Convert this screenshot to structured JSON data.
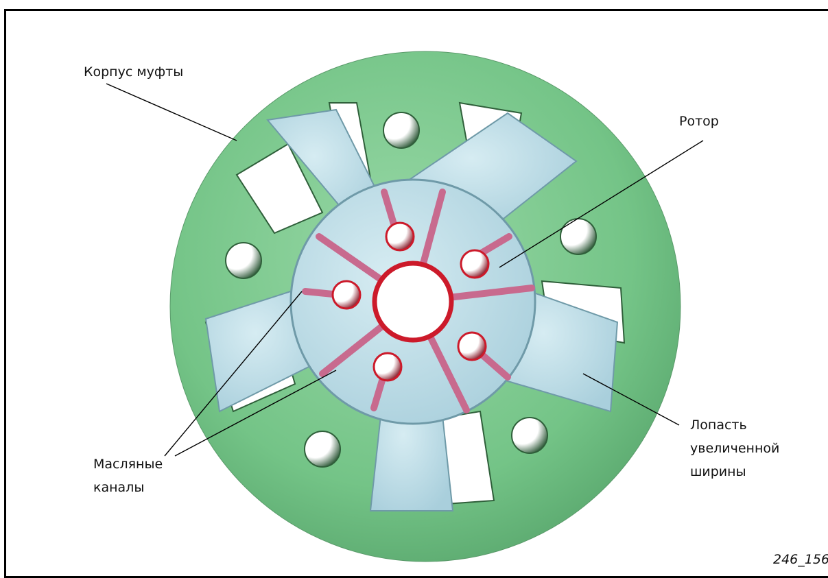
{
  "labels": {
    "housing": "Корпус муфты",
    "rotor": "Ротор",
    "vane_line1": "Лопасть",
    "vane_line2": "увеличенной",
    "vane_line3": "ширины",
    "oil_line1": "Масляные",
    "oil_line2": "каналы"
  },
  "figure_number": "246_156",
  "colors": {
    "housing": "#7cc88f",
    "rotor": "#b9dbe6",
    "oil_channel": "#c86a8e",
    "bore_rim": "#cc1a2a"
  }
}
